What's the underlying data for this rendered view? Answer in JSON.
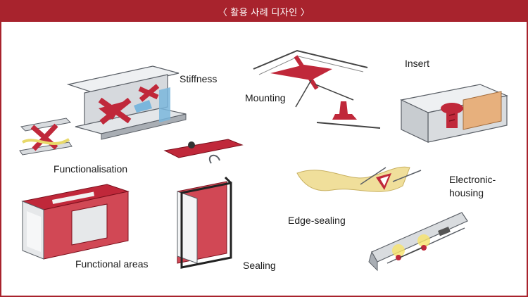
{
  "header": {
    "title": "활용 사례 디자인",
    "bracket_left": "〈",
    "bracket_right": "〉",
    "background": "#a8232d",
    "text_color": "#ffffff"
  },
  "labels": {
    "stiffness": "Stiffness",
    "mounting": "Mounting",
    "insert": "Insert",
    "functionalisation": "Functionalisation",
    "electronic_line1": "Electronic-",
    "electronic_line2": "housing",
    "edge_sealing": "Edge-sealing",
    "functional_areas": "Functional areas",
    "sealing": "Sealing"
  },
  "colors": {
    "accent_red": "#c0283a",
    "metal_grey": "#b9bdc2",
    "metal_light": "#e6e8ea",
    "blue": "#7ab6dc",
    "wood": "#e7b07d",
    "foil": "#f0df9b",
    "yellow": "#f7e46a"
  }
}
